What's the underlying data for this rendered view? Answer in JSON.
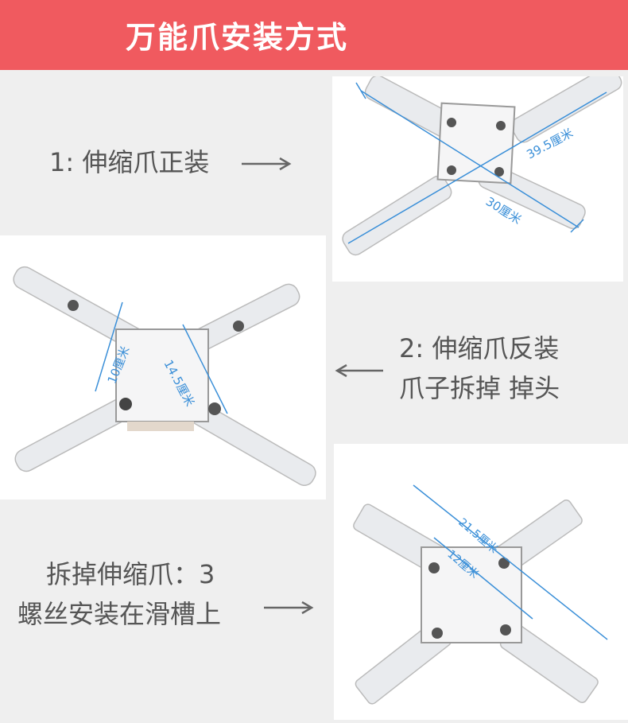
{
  "banner": {
    "title": "万能爪安装方式"
  },
  "section1": {
    "caption": "1: 伸缩爪正装",
    "dim_long": "39.5厘米",
    "dim_short": "30厘米"
  },
  "section2": {
    "caption_line1": "2: 伸缩爪反装",
    "caption_line2": "爪子拆掉 掉头",
    "dim_short": "10厘米",
    "dim_long": "14.5厘米"
  },
  "section3": {
    "caption_line1": "拆掉伸缩爪：3",
    "caption_line2": "螺丝安装在滑槽上",
    "dim_long": "21.5厘米",
    "dim_short": "12厘米"
  },
  "colors": {
    "banner": "#f05a5f",
    "dimension_line": "#3a8fd8",
    "caption_text": "#555555"
  }
}
